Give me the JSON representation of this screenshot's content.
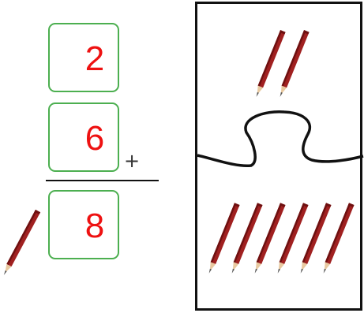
{
  "addition": {
    "addend_top": "2",
    "addend_bottom": "6",
    "operator": "+",
    "sum": "8"
  },
  "pencils": {
    "top_count": 2,
    "bottom_count": 6,
    "side_count": 1,
    "colors": {
      "body": "#a02020",
      "dark": "#6e1010",
      "wood": "#e8c9a0",
      "lead": "#555555"
    }
  },
  "colors": {
    "digits": "#ee1111",
    "box_border": "#4caf50"
  }
}
